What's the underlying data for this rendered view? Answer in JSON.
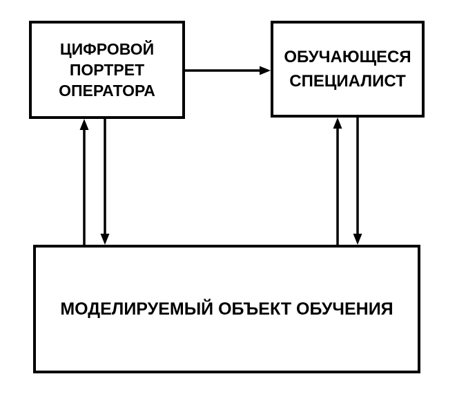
{
  "colors": {
    "ink": "#000000",
    "background": "#ffffff"
  },
  "nodes": {
    "digital_portrait": {
      "label": "ЦИФРОВОЙ\nПОРТРЕТ\nОПЕРАТОРА"
    },
    "learning_specialist": {
      "label": "ОБУЧАЮЩЕСЯ\nСПЕЦИАЛИСТ"
    },
    "modeled_object": {
      "label": "МОДЕЛИРУЕМЫЙ ОБЪЕКТ ОБУЧЕНИЯ"
    }
  },
  "connectors": [
    {
      "name": "portrait-to-specialist",
      "from": "digital_portrait",
      "to": "learning_specialist",
      "direction": "right"
    },
    {
      "name": "object-to-portrait",
      "from": "modeled_object",
      "to": "digital_portrait",
      "direction": "up"
    },
    {
      "name": "portrait-to-object",
      "from": "digital_portrait",
      "to": "modeled_object",
      "direction": "down"
    },
    {
      "name": "object-to-specialist",
      "from": "modeled_object",
      "to": "learning_specialist",
      "direction": "up"
    },
    {
      "name": "specialist-to-object",
      "from": "learning_specialist",
      "to": "modeled_object",
      "direction": "down"
    }
  ]
}
